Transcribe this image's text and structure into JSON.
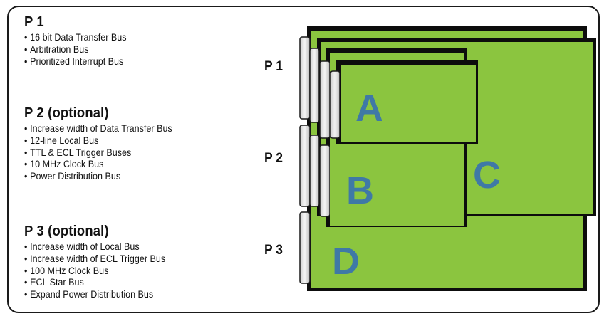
{
  "sections": [
    {
      "heading": "P 1",
      "items": [
        "16 bit Data Transfer Bus",
        "Arbitration Bus",
        "Prioritized Interrupt Bus"
      ]
    },
    {
      "heading": "P 2 (optional)",
      "items": [
        "Increase width of Data Transfer Bus",
        "12-line Local Bus",
        "TTL & ECL Trigger Buses",
        "10 MHz Clock Bus",
        "Power Distribution Bus"
      ]
    },
    {
      "heading": "P 3 (optional)",
      "items": [
        "Increase width of Local Bus",
        "Increase width of ECL Trigger Bus",
        "100 MHz Clock Bus",
        "ECL Star Bus",
        "Expand Power Distribution Bus"
      ]
    }
  ],
  "connector_labels": [
    "P 1",
    "P 2",
    "P 3"
  ],
  "cards": [
    "A",
    "B",
    "C",
    "D"
  ],
  "colors": {
    "card_fill": "#8bc53f",
    "card_edge": "#0d0d0d",
    "connector_fill": "#e6e6e6",
    "letter": "#3f79a6"
  }
}
